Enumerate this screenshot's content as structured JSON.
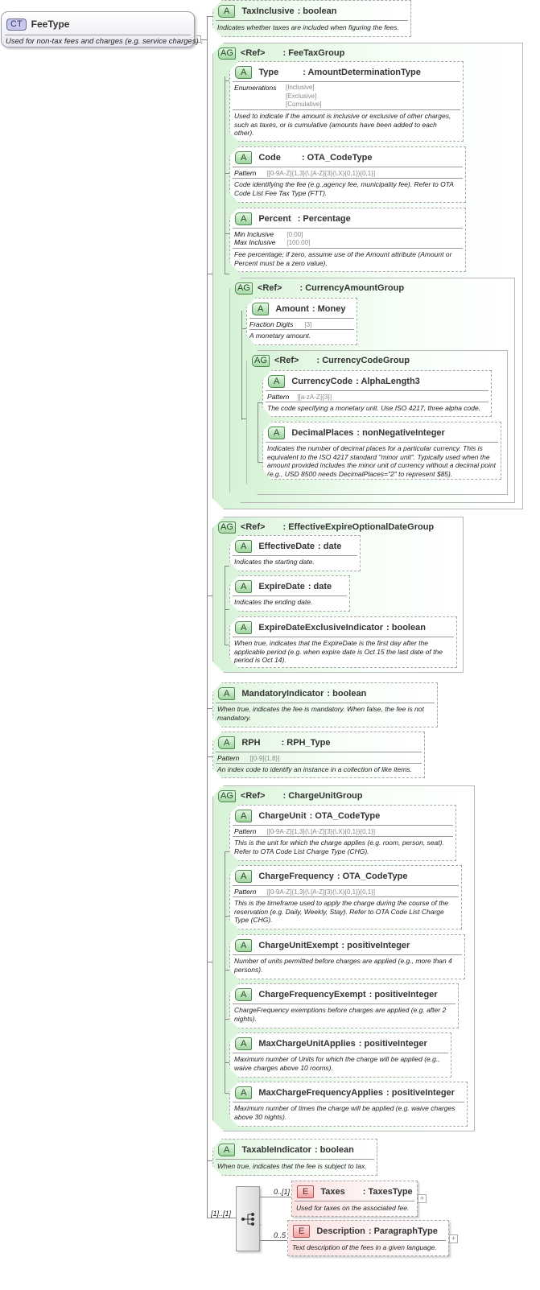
{
  "root": {
    "badge": "CT",
    "name": "FeeType",
    "description": "Used for non-tax fees and charges (e.g. service charges) ."
  },
  "taxInclusive": {
    "badge": "A",
    "name": "TaxInclusive",
    "type": ": boolean",
    "description": "Indicates whether taxes are included when figuring the fees."
  },
  "feeTaxGroup": {
    "badge": "AG",
    "ref": "<Ref>",
    "type": ": FeeTaxGroup",
    "type_attr": {
      "badge": "A",
      "name": "Type",
      "type": ": AmountDeterminationType",
      "facet_label": "Enumerations",
      "enumerations": [
        "[Inclusive]",
        "[Exclusive]",
        "[Cumulative]"
      ],
      "description": "Used to indicate if the amount is inclusive or exclusive of other charges, such as taxes, or is cumulative (amounts have been added to each other)."
    },
    "code": {
      "badge": "A",
      "name": "Code",
      "type": ": OTA_CodeType",
      "facet_label": "Pattern",
      "pattern": "[[0-9A-Z]{1,3}(\\.[A-Z]{3}(\\.X){0,1}){0,1}]",
      "description": "Code identifying the fee (e.g.,agency fee, municipality fee). Refer to OTA Code List Fee Tax Type (FTT)."
    },
    "percent": {
      "badge": "A",
      "name": "Percent",
      "type": ": Percentage",
      "min_label": "Min Inclusive",
      "min_value": "[0.00]",
      "max_label": "Max Inclusive",
      "max_value": "[100.00]",
      "description": "Fee percentage; if zero, assume use of the Amount attribute (Amount or Percent must be a zero value)."
    },
    "currencyAmountGroup": {
      "badge": "AG",
      "ref": "<Ref>",
      "type": ": CurrencyAmountGroup",
      "amount": {
        "badge": "A",
        "name": "Amount",
        "type": ": Money",
        "facet_label": "Fraction Digits",
        "facet_value": "[3]",
        "description": "A monetary amount."
      },
      "currencyCodeGroup": {
        "badge": "AG",
        "ref": "<Ref>",
        "type": ": CurrencyCodeGroup",
        "currencyCode": {
          "badge": "A",
          "name": "CurrencyCode",
          "type": ": AlphaLength3",
          "facet_label": "Pattern",
          "pattern": "[[a-zA-Z]{3}]",
          "description": "The code specifying a monetary unit. Use ISO 4217, three alpha code."
        },
        "decimalPlaces": {
          "badge": "A",
          "name": "DecimalPlaces",
          "type": ": nonNegativeInteger",
          "description": "Indicates the number of decimal places for a particular currency. This is equivalent to the ISO 4217 standard \"minor unit\". Typically used when the amount provided includes the minor unit of currency without a decimal point (e.g., USD 8500 needs DecimalPlaces=\"2\" to represent $85)."
        }
      }
    }
  },
  "effectiveExpireGroup": {
    "badge": "AG",
    "ref": "<Ref>",
    "type": ": EffectiveExpireOptionalDateGroup",
    "effectiveDate": {
      "badge": "A",
      "name": "EffectiveDate",
      "type": ": date",
      "description": "Indicates the starting date."
    },
    "expireDate": {
      "badge": "A",
      "name": "ExpireDate",
      "type": ": date",
      "description": "Indicates the ending date."
    },
    "expireDateExclusive": {
      "badge": "A",
      "name": "ExpireDateExclusiveIndicator",
      "type": ": boolean",
      "description": "When true, indicates that the ExpireDate is the first day after the applicable period (e.g. when expire date is Oct 15  the last date of the period is Oct 14)."
    }
  },
  "mandatoryIndicator": {
    "badge": "A",
    "name": "MandatoryIndicator",
    "type": ": boolean",
    "description": "When true, indicates the fee is mandatory. When false, the fee is not mandatory."
  },
  "rph": {
    "badge": "A",
    "name": "RPH",
    "type": ": RPH_Type",
    "facet_label": "Pattern",
    "pattern": "[[0-9]{1,8}]",
    "description": "An index code to identify an instance in a collection of like items."
  },
  "chargeUnitGroup": {
    "badge": "AG",
    "ref": "<Ref>",
    "type": ": ChargeUnitGroup",
    "chargeUnit": {
      "badge": "A",
      "name": "ChargeUnit",
      "type": ": OTA_CodeType",
      "facet_label": "Pattern",
      "pattern": "[[0-9A-Z]{1,3}(\\.[A-Z]{3}(\\.X){0,1}){0,1}]",
      "description": "This is the unit for which the charge applies (e.g. room, person, seat). Refer to OTA Code List Charge Type (CHG)."
    },
    "chargeFrequency": {
      "badge": "A",
      "name": "ChargeFrequency",
      "type": ": OTA_CodeType",
      "facet_label": "Pattern",
      "pattern": "[[0-9A-Z]{1,3}(\\.[A-Z]{3}(\\.X){0,1}){0,1}]",
      "description": "This is the timeframe used to apply the charge during the course of the reservation (e.g. Daily, Weekly, Stay). Refer to OTA Code List Charge Type (CHG)."
    },
    "chargeUnitExempt": {
      "badge": "A",
      "name": "ChargeUnitExempt",
      "type": ": positiveInteger",
      "description": "Number of units permitted before charges are applied (e.g., more than 4 persons)."
    },
    "chargeFrequencyExempt": {
      "badge": "A",
      "name": "ChargeFrequencyExempt",
      "type": ": positiveInteger",
      "description": "ChargeFrequency exemptions before charges are applied (e.g. after 2 nights)."
    },
    "maxChargeUnitApplies": {
      "badge": "A",
      "name": "MaxChargeUnitApplies",
      "type": ": positiveInteger",
      "description": "Maximum number of Units for which the charge will be applied (e.g., waive charges above 10 rooms)."
    },
    "maxChargeFrequencyApplies": {
      "badge": "A",
      "name": "MaxChargeFrequencyApplies",
      "type": ": positiveInteger",
      "description": "Maximum number of times the charge will be applied (e.g. waive charges above 30 nights)."
    }
  },
  "taxableIndicator": {
    "badge": "A",
    "name": "TaxableIndicator",
    "type": ": boolean",
    "description": "When true, indicates that the fee is subject to tax."
  },
  "sequence": {
    "cardinality": "[1]..[1]",
    "taxes": {
      "badge": "E",
      "name": "Taxes",
      "type": ": TaxesType",
      "cardinality": "0..[1]",
      "description": "Used for taxes on the associated fee.",
      "expand": "+"
    },
    "description": {
      "badge": "E",
      "name": "Description",
      "type": ": ParagraphType",
      "cardinality": "0..5",
      "description": "Text description of the fees  in a given language.",
      "expand": "+"
    }
  },
  "colors": {
    "attribute_fill": "#dff5df",
    "element_fill": "#fbe2e2",
    "complex_type_fill": "#e8e8f2",
    "connector": "#888888"
  }
}
